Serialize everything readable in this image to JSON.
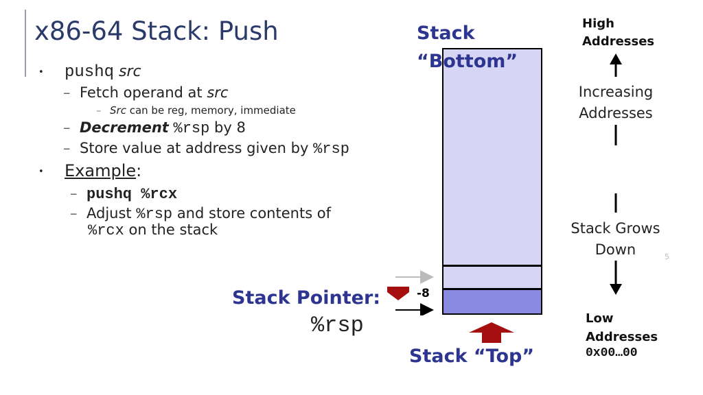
{
  "slide": {
    "title": "x86-64 Stack:  Push",
    "page_number": "5"
  },
  "bullets": {
    "b1": {
      "bullet": "•",
      "code": "pushq",
      "italic": "src"
    },
    "b1_sub1": {
      "dash": "–",
      "text": "Fetch operand at ",
      "italic": "src"
    },
    "b1_sub1_sub": {
      "dash": "–",
      "italic": "Src",
      "text": " can be reg, memory, immediate"
    },
    "b1_sub2": {
      "dash": "–",
      "bold_italic": "Decrement",
      "code": "%rsp",
      "text": " by 8"
    },
    "b1_sub3": {
      "dash": "–",
      "text": "Store value at address given by ",
      "code": "%rsp"
    },
    "b2": {
      "bullet": "•",
      "underlined": "Example",
      "text": ":"
    },
    "b2_sub1": {
      "dash": "–",
      "code": "pushq %rcx"
    },
    "b2_sub2": {
      "dash": "–",
      "text": "Adjust ",
      "code": "%rsp",
      "text2": " and store contents of"
    },
    "b2_sub2_cont": {
      "code": "%rcx",
      "text": " on the stack"
    }
  },
  "diagram": {
    "stack_bottom_line1": "Stack",
    "stack_bottom_line2": "“Bottom”",
    "stack_top_label": "Stack “Top”",
    "stack_pointer_label": "Stack Pointer:",
    "stack_pointer_reg": "%rsp",
    "offset_label": "-8",
    "high_addresses_line1": "High",
    "high_addresses_line2": "Addresses",
    "increasing_line1": "Increasing",
    "increasing_line2": "Addresses",
    "grows_line1": "Stack Grows",
    "grows_line2": "Down",
    "low_addresses_line1": "Low",
    "low_addresses_line2": "Addresses",
    "low_address_value": "0x00…00"
  },
  "colors": {
    "title": "#2b3a6b",
    "label_blue": "#2d3590",
    "stack_fill": "#d6d6f4",
    "stack_new_slot": "#8a8ae0",
    "arrow_red": "#a50f0f"
  }
}
